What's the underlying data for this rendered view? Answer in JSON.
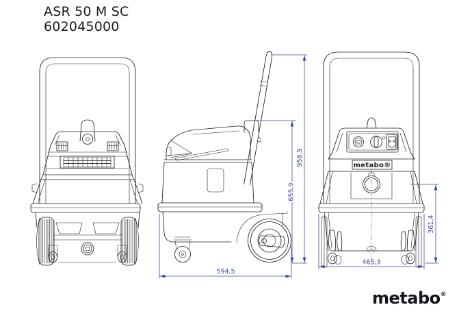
{
  "header": {
    "model": "ASR 50 M SC",
    "article_number": "602045000"
  },
  "dimensions": {
    "overall_height": "958,9",
    "body_height": "655,9",
    "length": "594,5",
    "width": "465,3",
    "inlet_height": "361,4"
  },
  "branding": {
    "logo": "metabo",
    "registered": "®",
    "device_label": "metabo®"
  },
  "colors": {
    "line": "#1c1c1c",
    "dimension": "#3e4aa5",
    "background": "#ffffff"
  }
}
